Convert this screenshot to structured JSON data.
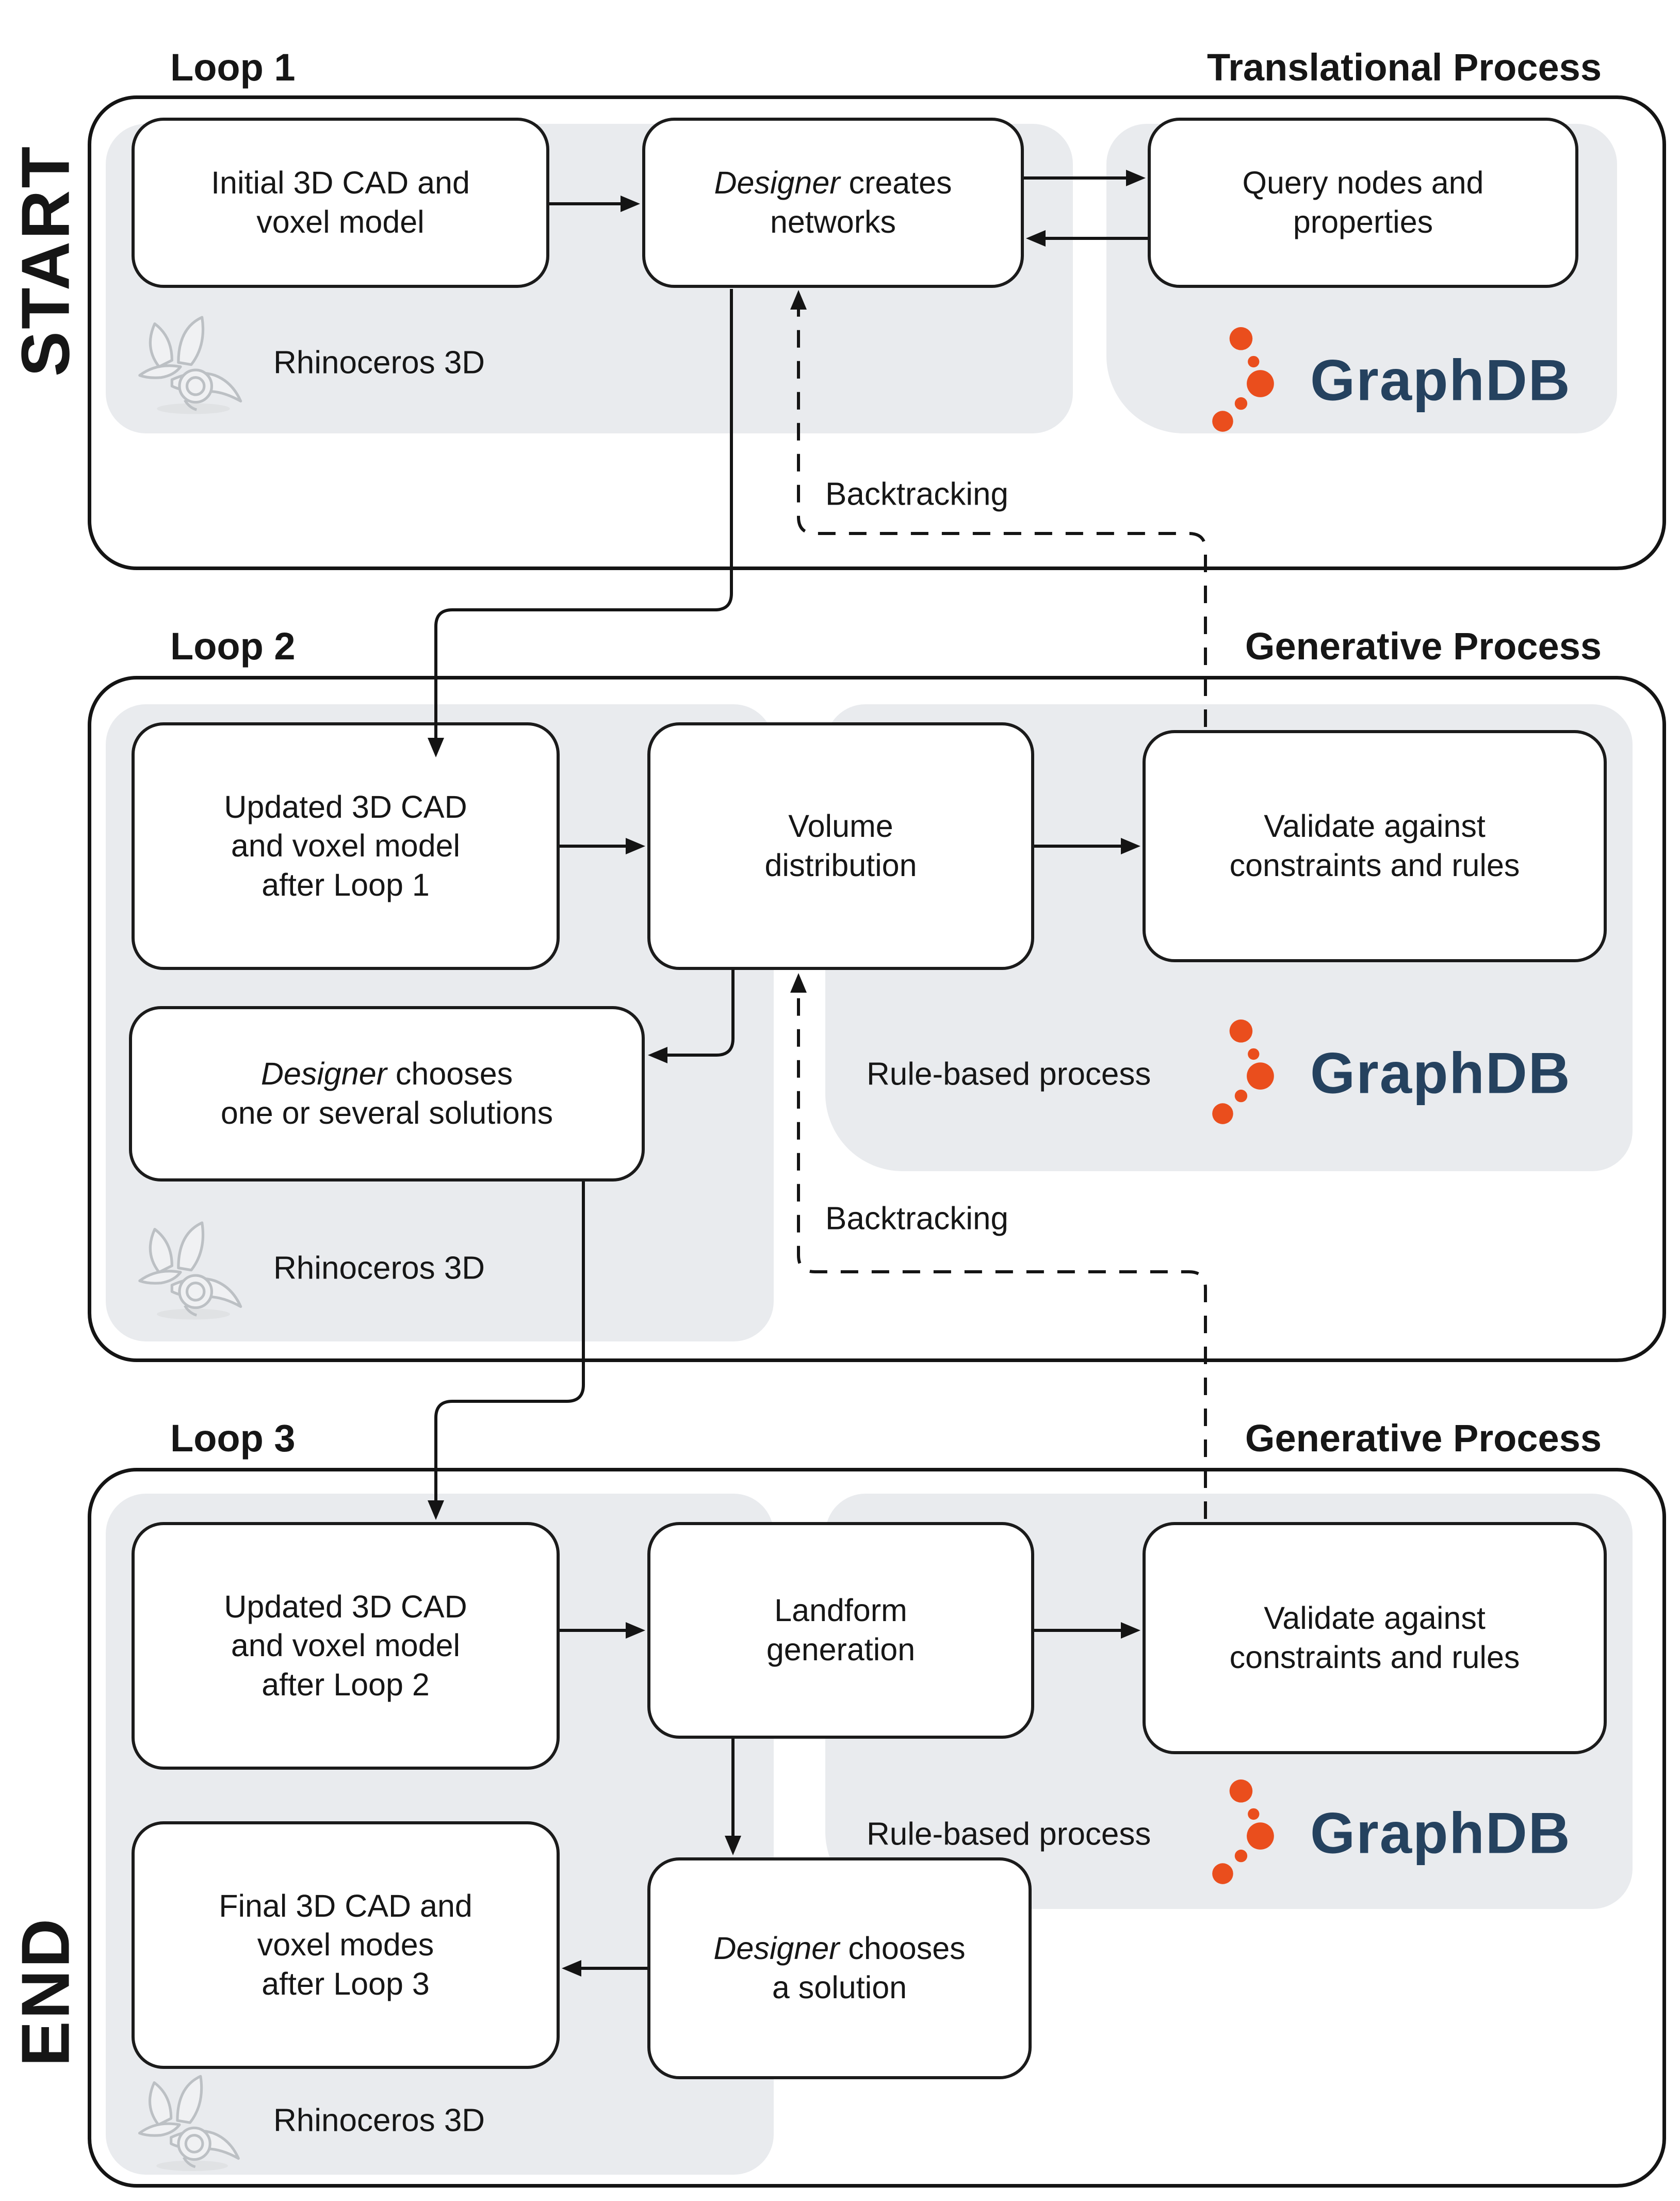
{
  "colors": {
    "panel_gray": "#e9ebee",
    "graphdb_navy": "#25425f",
    "graphdb_orange": "#ea4e1d",
    "line_black": "#141414"
  },
  "side": {
    "start": "START",
    "end": "END"
  },
  "loops": [
    {
      "label": "Loop 1",
      "process_label": "Translational Process",
      "backtracking_label": "Backtracking",
      "boxes": {
        "initial": {
          "text": "Initial 3D CAD and\nvoxel model"
        },
        "designer": {
          "em": "Designer",
          "rest": " creates\nnetworks"
        },
        "query": {
          "text": "Query nodes and\nproperties"
        }
      },
      "tools": {
        "rhino": "Rhinoceros 3D",
        "graphdb": "GraphDB"
      }
    },
    {
      "label": "Loop 2",
      "process_label": "Generative Process",
      "backtracking_label": "Backtracking",
      "rule_label": "Rule-based process",
      "boxes": {
        "updated": {
          "text": "Updated 3D CAD\nand voxel model\nafter Loop 1"
        },
        "volume": {
          "text": "Volume\ndistribution"
        },
        "validate": {
          "text": "Validate against\nconstraints and rules"
        },
        "designer": {
          "em": "Designer",
          "rest": " chooses\none or several solutions"
        }
      },
      "tools": {
        "rhino": "Rhinoceros 3D",
        "graphdb": "GraphDB"
      }
    },
    {
      "label": "Loop 3",
      "process_label": "Generative Process",
      "rule_label": "Rule-based process",
      "boxes": {
        "updated": {
          "text": "Updated 3D CAD\nand voxel model\nafter Loop 2"
        },
        "landform": {
          "text": "Landform\ngeneration"
        },
        "validate": {
          "text": "Validate against\nconstraints and rules"
        },
        "designer": {
          "em": "Designer",
          "rest": " chooses\na solution"
        },
        "final": {
          "text": "Final 3D CAD and\nvoxel modes\nafter Loop 3"
        }
      },
      "tools": {
        "rhino": "Rhinoceros 3D",
        "graphdb": "GraphDB"
      }
    }
  ]
}
